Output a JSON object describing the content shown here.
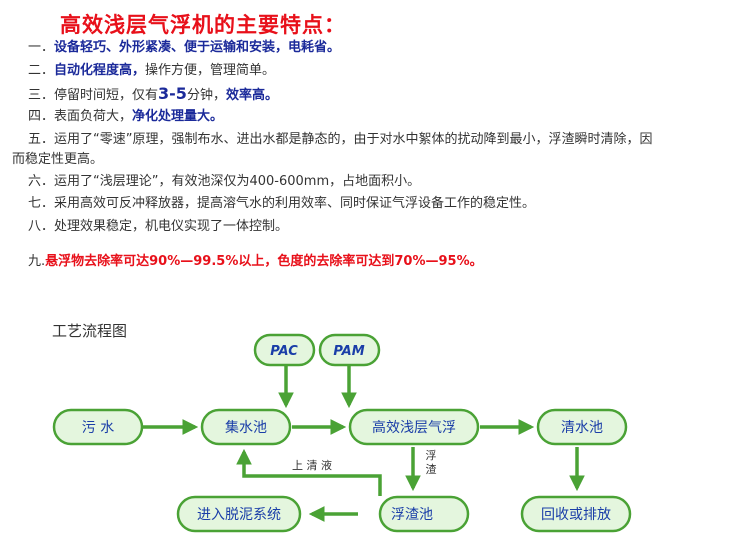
{
  "title": "高效浅层气浮机的主要特点：",
  "features": [
    {
      "num": "一．",
      "parts": [
        {
          "t": "设备轻巧、外形紧凑、便于运输和安装，电耗省。",
          "s": "blue"
        }
      ]
    },
    {
      "num": "二．",
      "parts": [
        {
          "t": "自动化程度高，",
          "s": "blue"
        },
        {
          "t": "操作方便，管理简单。",
          "s": ""
        }
      ]
    },
    {
      "num": "三．",
      "parts": [
        {
          "t": "停留时间短，仅有",
          "s": ""
        },
        {
          "t": "3-5",
          "s": "blue big"
        },
        {
          "t": "分钟，",
          "s": ""
        },
        {
          "t": "效率高。",
          "s": "blue"
        }
      ]
    },
    {
      "num": "四．",
      "parts": [
        {
          "t": "表面负荷大，",
          "s": ""
        },
        {
          "t": "净化处理量大。",
          "s": "blue"
        }
      ]
    },
    {
      "num": "五．",
      "parts": [
        {
          "t": "运用了“零速”原理，强制布水、进出水都是静态的，由于对水中絮体的扰动降到最小，浮渣瞬时清除，因",
          "s": ""
        }
      ]
    },
    {
      "num": "",
      "parts": [
        {
          "t": "而稳定性更高。",
          "s": ""
        }
      ]
    },
    {
      "num": "六．",
      "parts": [
        {
          "t": "运用了“浅层理论”，有效池深仅为400-600mm，占地面积小。",
          "s": ""
        }
      ]
    },
    {
      "num": "七．",
      "parts": [
        {
          "t": "采用高效可反冲释放器，提高溶气水的利用效率、同时保证气浮设备工作的稳定性。",
          "s": ""
        }
      ]
    },
    {
      "num": "八．",
      "parts": [
        {
          "t": "处理效果稳定，机电仪实现了一体控制。",
          "s": ""
        }
      ]
    },
    {
      "num": "九.",
      "parts": [
        {
          "t": "悬浮物去除率可达90%—99.5%以上，色度的去除率可达到70%—95%。",
          "s": "red"
        }
      ]
    }
  ],
  "process": {
    "title": "工艺流程图",
    "nodes": {
      "sewage": "污 水",
      "collect": "集水池",
      "flotation": "高效浅层气浮",
      "clear": "清水池",
      "scum": "浮渣池",
      "dewater": "进入脱泥系统",
      "recycle": "回收或排放"
    },
    "chemicals": {
      "pac": "PAC",
      "pam": "PAM"
    },
    "supernatant": "上 清 液",
    "scum_flow": [
      "浮",
      "渣"
    ]
  },
  "colors": {
    "title": "#e8101a",
    "node_fill": "#e4f6de",
    "node_border": "#4aa235",
    "arrow": "#4aa235",
    "node_text": "#1a3ea8",
    "highlight_blue": "#1b2a9a"
  }
}
